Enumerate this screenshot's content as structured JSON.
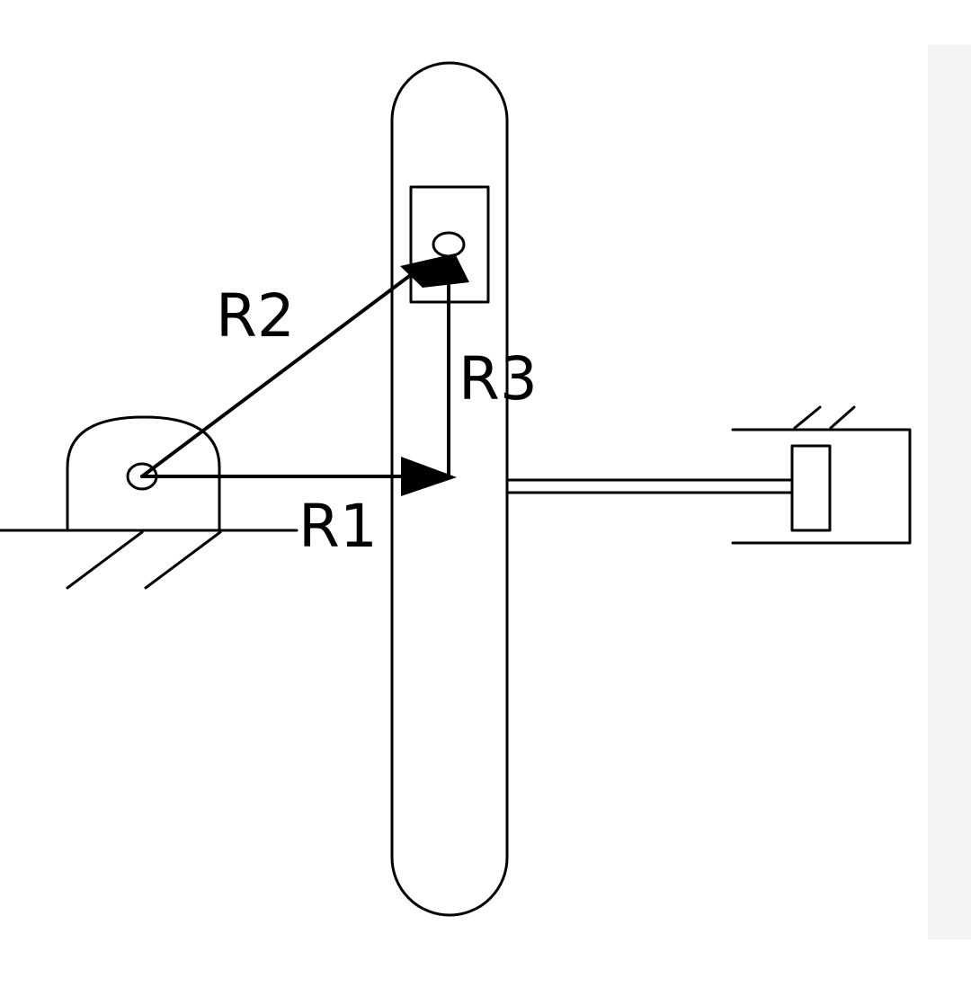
{
  "labels": {
    "r1": "R1",
    "r2": "R2",
    "r3": "R3"
  },
  "colors": {
    "ink": "#000000",
    "background": "#ffffff",
    "panel": "#f4f4f4"
  }
}
